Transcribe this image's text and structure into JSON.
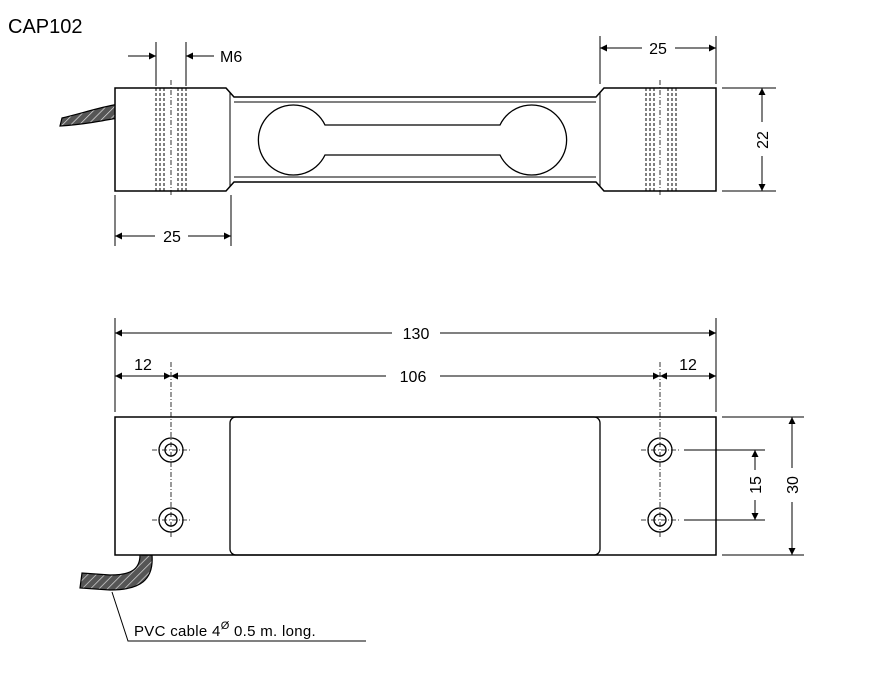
{
  "title": "CAP102",
  "side_view": {
    "thread_label": "M6",
    "dim_top_right": "25",
    "dim_height": "22",
    "dim_bottom_left": "25"
  },
  "top_view": {
    "dim_total_length": "130",
    "dim_left_margin": "12",
    "dim_hole_spacing": "106",
    "dim_right_margin": "12",
    "dim_hole_pitch": "15",
    "dim_width": "30"
  },
  "cable_note": {
    "prefix": "PVC cable 4",
    "superscript": "Ø",
    "suffix": " 0.5 m. long."
  }
}
